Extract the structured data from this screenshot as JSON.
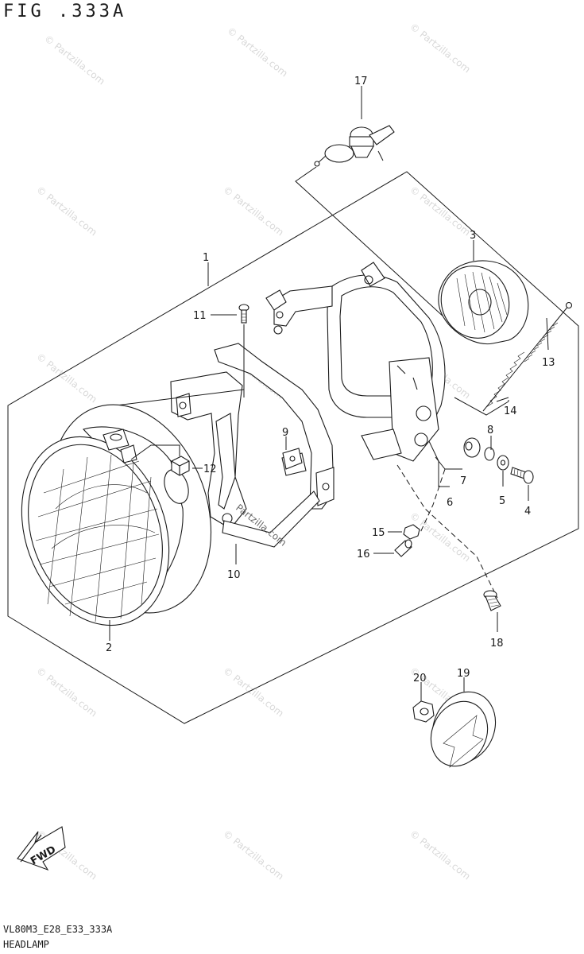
{
  "figure": {
    "title": "FIG .333A"
  },
  "footer": {
    "code": "VL80M3_E28_E33_333A",
    "name": "HEADLAMP"
  },
  "watermark": {
    "text": "© Partzilla.com",
    "center_text": "Partzilla.com"
  },
  "fwd_arrow": {
    "label": "FWD"
  },
  "callouts": [
    "1",
    "2",
    "3",
    "4",
    "5",
    "6",
    "7",
    "8",
    "9",
    "10",
    "11",
    "12",
    "13",
    "14",
    "15",
    "16",
    "17",
    "18",
    "19",
    "20"
  ]
}
